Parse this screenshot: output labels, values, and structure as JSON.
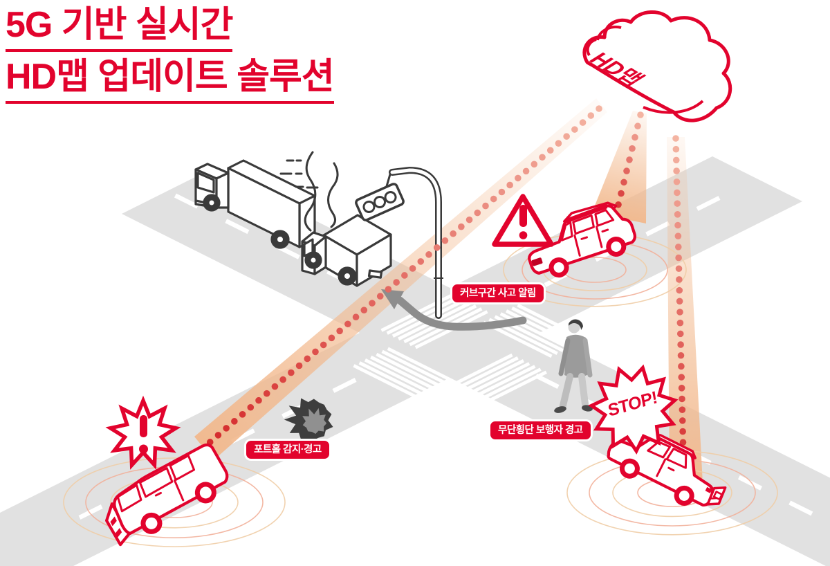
{
  "title": {
    "line1": "5G 기반 실시간",
    "line2": "HD맵 업데이트 솔루션"
  },
  "cloud": {
    "label": "HD맵"
  },
  "callouts": {
    "curve_alert": {
      "text": "커브구간 사고 알림"
    },
    "pothole_alert": {
      "text": "포트홀 감지·경고"
    },
    "jaywalk_alert": {
      "text": "무단횡단 보행자 경고"
    }
  },
  "stop_burst": {
    "text": "STOP!"
  },
  "colors": {
    "brand_red": "#E2032D",
    "dot_red_strong": "#D4282A",
    "dot_red_soft": "#F4B4A2",
    "beam_orange": "#F2B88C",
    "road_gray": "#E1E1E1",
    "line_art_gray": "#3A3A3A",
    "figure_gray": "#9A9A9A"
  },
  "icons": {
    "cloud-icon": "HD map cloud server",
    "warning-triangle-icon": "accident warning",
    "alert-burst-icon": "hazard alert burst",
    "stop-burst-icon": "pedestrian stop warning",
    "traffic-light-icon": "traffic signal",
    "truck-icon": "crashed cargo truck",
    "box-truck-icon": "crashed box truck",
    "car-icon": "connected vehicle",
    "pedestrian-icon": "jaywalking pedestrian",
    "pothole-icon": "pothole on road",
    "radar-waves-icon": "vehicle sensing waves",
    "dotted-link-icon": "5G data link"
  }
}
